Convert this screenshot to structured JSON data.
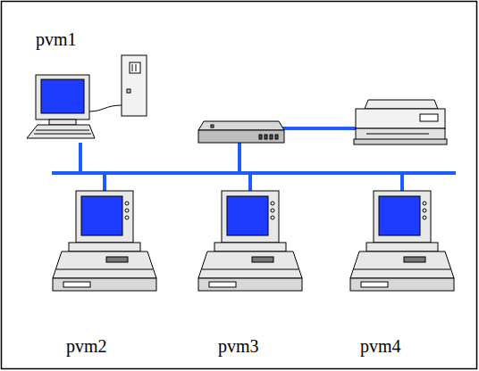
{
  "diagram": {
    "labels": [
      "pvm1",
      "pvm2",
      "pvm3",
      "pvm4"
    ]
  }
}
